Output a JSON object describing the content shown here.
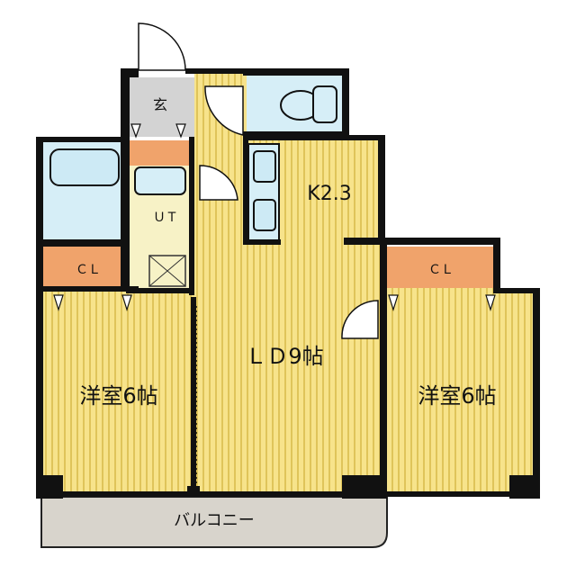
{
  "floorplan": {
    "labels": {
      "entrance": "玄",
      "utility": "ＵＴ",
      "kitchen": "K2.3",
      "living_dining": "ＬＤ9帖",
      "bedroom_left": "洋室6帖",
      "bedroom_right": "洋室6帖",
      "closet_left": "ＣＬ",
      "closet_right": "ＣＬ",
      "balcony": "バルコニー"
    },
    "colors": {
      "floor_wood": "#F7E38B",
      "wood_lines": "#C7A62A",
      "wet_area": "#D6EEF7",
      "closet": "#F0A36B",
      "entrance": "#D3D3D3",
      "utility_floor": "#F7F2C6",
      "balcony": "#D8D4CC",
      "wall": "#111111"
    }
  }
}
